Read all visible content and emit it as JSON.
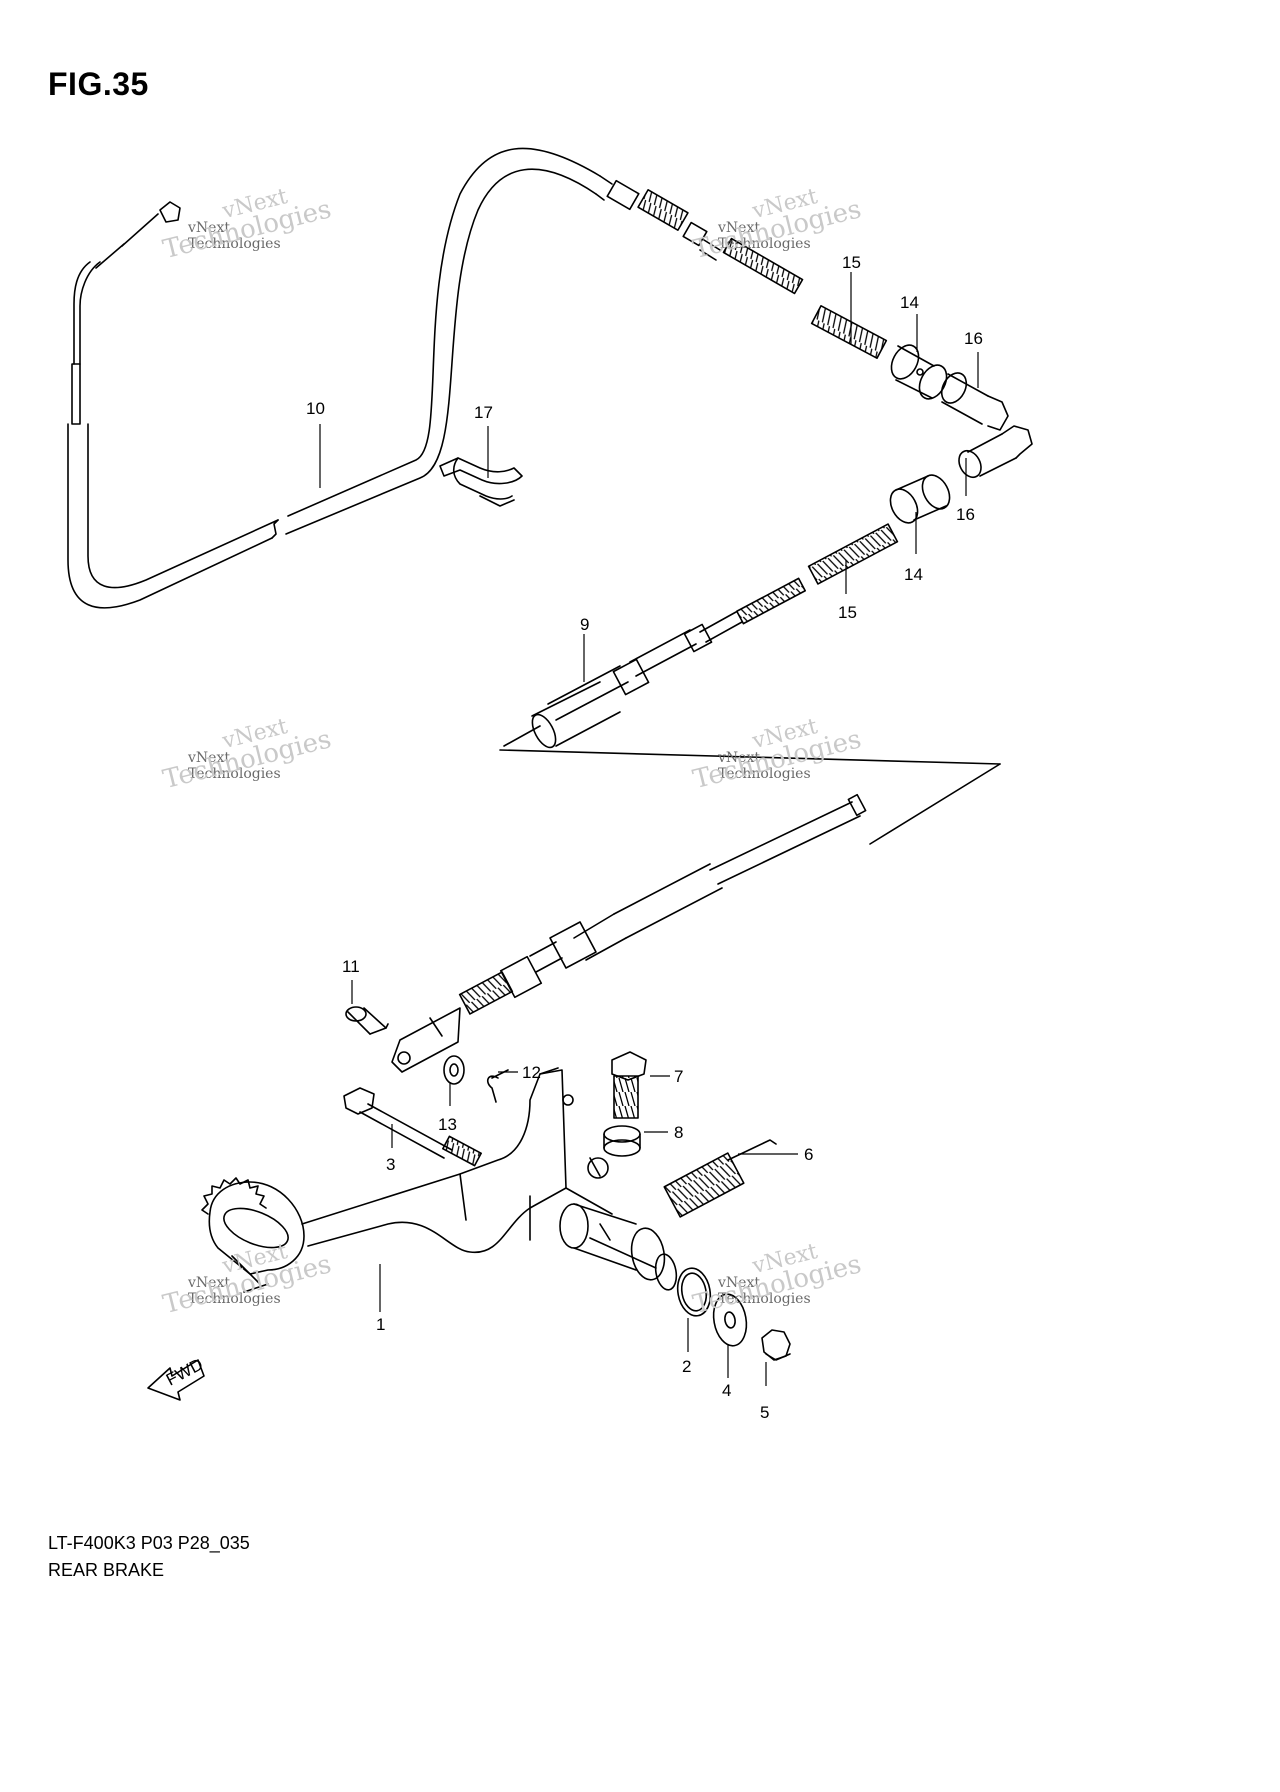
{
  "figure": {
    "title": "FIG.35",
    "drawing_code": "LT-F400K3 P03 P28_035",
    "section_name": "REAR BRAKE",
    "fwd_label": "FWD"
  },
  "watermark": {
    "brand_short": "vNext",
    "brand_full": "vNext Technologies",
    "brand_tail": "Technologies"
  },
  "callouts": [
    {
      "id": "c1",
      "label": "1"
    },
    {
      "id": "c2",
      "label": "2"
    },
    {
      "id": "c3",
      "label": "3"
    },
    {
      "id": "c4",
      "label": "4"
    },
    {
      "id": "c5",
      "label": "5"
    },
    {
      "id": "c6",
      "label": "6"
    },
    {
      "id": "c7",
      "label": "7"
    },
    {
      "id": "c8",
      "label": "8"
    },
    {
      "id": "c9",
      "label": "9"
    },
    {
      "id": "c10",
      "label": "10"
    },
    {
      "id": "c11",
      "label": "11"
    },
    {
      "id": "c12",
      "label": "12"
    },
    {
      "id": "c13",
      "label": "13"
    },
    {
      "id": "c14a",
      "label": "14"
    },
    {
      "id": "c14b",
      "label": "14"
    },
    {
      "id": "c15a",
      "label": "15"
    },
    {
      "id": "c15b",
      "label": "15"
    },
    {
      "id": "c16a",
      "label": "16"
    },
    {
      "id": "c16b",
      "label": "16"
    },
    {
      "id": "c17",
      "label": "17"
    }
  ]
}
